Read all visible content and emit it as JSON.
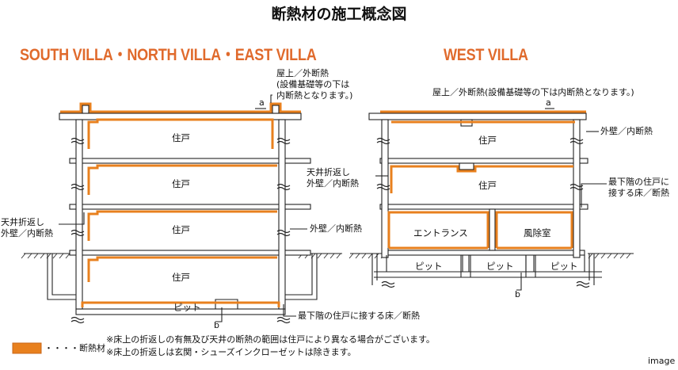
{
  "title": "断熱材の施工概念図",
  "left": {
    "heading": "SOUTH VILLA・NORTH VILLA・EAST VILLA",
    "roof_note": [
      "屋上／外断熱",
      "(設備基礎等の下は",
      "内断熱となります。)"
    ],
    "mark_a": "a",
    "mark_b": "b",
    "rooms": [
      "住戸",
      "住戸",
      "住戸",
      "住戸"
    ],
    "pit": "ピット",
    "ceiling_note": [
      "天井折返し",
      "外壁／内断熱"
    ],
    "wall_note": "外壁／内断熱",
    "floor_note": "最下階の住戸に接する床／断熱"
  },
  "right": {
    "heading": "WEST VILLA",
    "roof_note": "屋上／外断熱(設備基礎等の下は内断熱となります。)",
    "mark_a": "a",
    "mark_b": "b",
    "rooms": [
      "住戸",
      "住戸"
    ],
    "entrance": "エントランス",
    "windroom": "風除室",
    "pits": [
      "ピット",
      "ピット",
      "ピット"
    ],
    "wall_note": "外壁／内断熱",
    "ceiling_note": [
      "天井折返し",
      "外壁／内断熱"
    ],
    "floor_note": [
      "最下階の住戸に",
      "接する床／断熱"
    ]
  },
  "legend": {
    "label": "・・・・断熱材",
    "color": "#e8801e"
  },
  "notes": [
    "※床上の折返しの有無及び天井の断熱の範囲は住戸により異なる場合がございます。",
    "※床上の折返しは玄関・シューズインクローゼットは除きます。"
  ],
  "corner_label": "image"
}
